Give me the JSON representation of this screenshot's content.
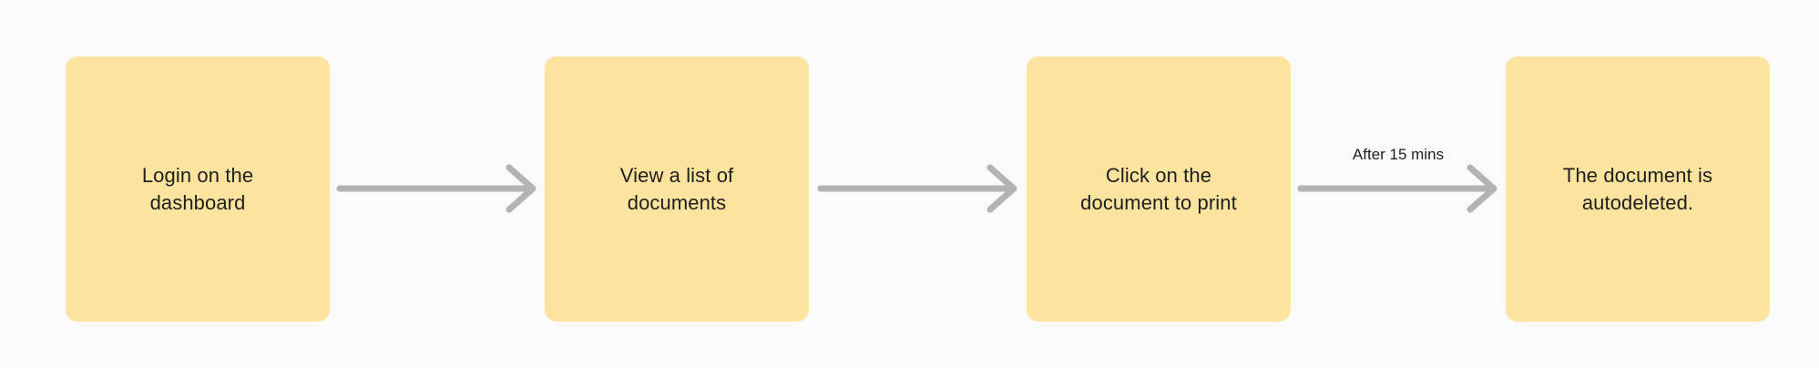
{
  "diagram": {
    "colors": {
      "background": "#FAFAFA",
      "node_fill": "#FCE49E",
      "arrow": "#B3B3B3",
      "text": "#1E1E1E"
    },
    "nodes": [
      {
        "label": "Login on the\ndashboard"
      },
      {
        "label": "View a list of\ndocuments"
      },
      {
        "label": "Click on the\ndocument to print"
      },
      {
        "label": "The document is\nautodeleted."
      }
    ],
    "connectors": [
      {
        "label": ""
      },
      {
        "label": ""
      },
      {
        "label": "After 15 mins"
      }
    ]
  }
}
